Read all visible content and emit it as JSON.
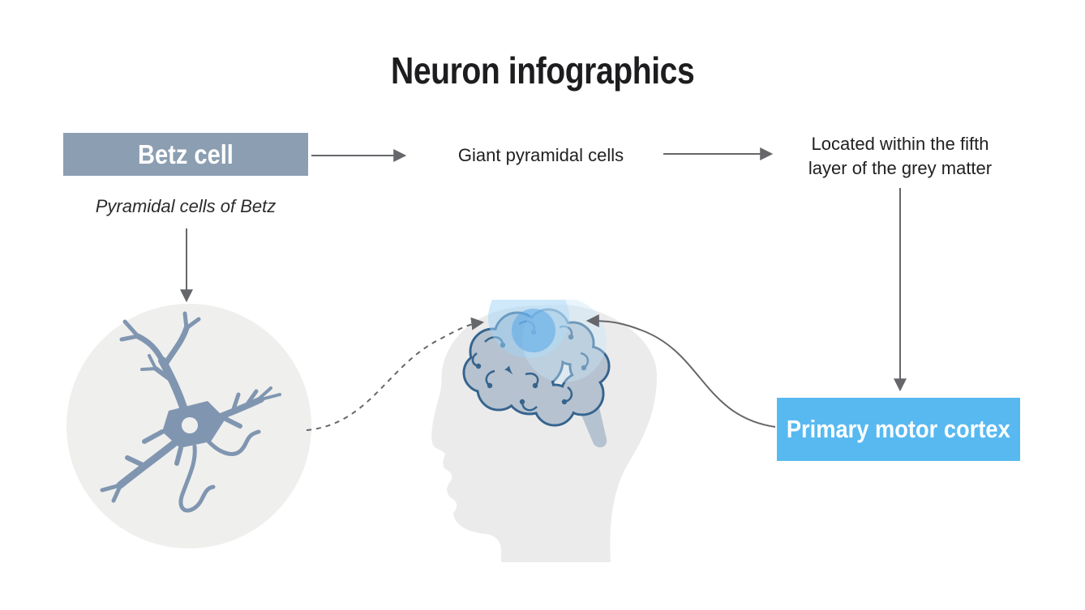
{
  "title": "Neuron infographics",
  "flow": {
    "betz": {
      "label": "Betz cell",
      "sublabel": "Pyramidal cells of Betz"
    },
    "giant": {
      "label": "Giant pyramidal cells"
    },
    "located": {
      "line1": "Located within the fifth",
      "line2": "layer of the grey matter"
    },
    "cortex": {
      "label": "Primary motor cortex"
    }
  },
  "colors": {
    "betz_box": "#8c9eb2",
    "cortex_box": "#57b9f0",
    "title_text": "#1d1d1f",
    "body_text": "#212121",
    "arrow": "#66676b",
    "circle_bg": "#efefee",
    "neuron": "#8096b0",
    "head_silhouette": "#ebebeb",
    "brain_fill": "#b6c2cf",
    "brain_outline": "#35648e",
    "brain_stem": "#b5c2cf",
    "glow_outer": "#9fd3f7",
    "glow_inner": "#58a8e8"
  },
  "illustrations": {
    "neuron_icon": "betz-neuron-illustration",
    "head_icon": "human-head-profile-with-brain-illustration"
  }
}
